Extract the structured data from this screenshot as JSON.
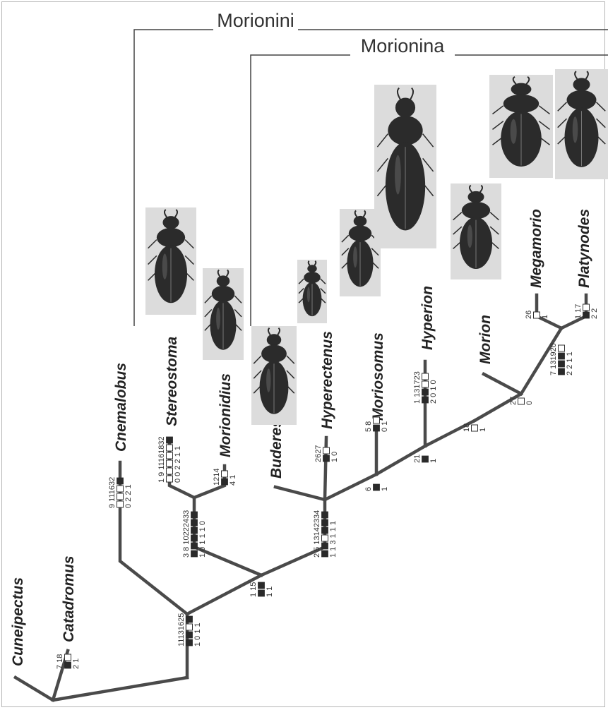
{
  "clades": [
    {
      "id": "morionini",
      "label": "Morionini"
    },
    {
      "id": "morionina",
      "label": "Morionina"
    }
  ],
  "taxa": [
    {
      "id": "cuneipectus",
      "label": "Cuneipectus"
    },
    {
      "id": "catadromus",
      "label": "Catadromus"
    },
    {
      "id": "cnemalobus",
      "label": "Cnemalobus"
    },
    {
      "id": "stereostoma",
      "label": "Stereostoma"
    },
    {
      "id": "morionidius",
      "label": "Morionidius"
    },
    {
      "id": "buderes",
      "label": "Buderes"
    },
    {
      "id": "hyperectenus",
      "label": "Hyperectenus"
    },
    {
      "id": "moriosomus",
      "label": "Moriosomus"
    },
    {
      "id": "hyperion",
      "label": "Hyperion"
    },
    {
      "id": "morion",
      "label": "Morion"
    },
    {
      "id": "megamorio",
      "label": "Megamorio"
    },
    {
      "id": "platynodes",
      "label": "Platynodes"
    }
  ],
  "characters": [
    {
      "id": "catadromus",
      "chars": "7  18",
      "states": "2  1",
      "marks": [
        "filled",
        "open"
      ]
    },
    {
      "id": "base-node",
      "chars": "11131625",
      "states": "1 0 1 1",
      "marks": [
        "filled",
        "filled",
        "open",
        "filled"
      ]
    },
    {
      "id": "cnemalobus",
      "chars": "9  111632",
      "states": "0 2 2 1",
      "marks": [
        "open",
        "open",
        "open",
        "filled"
      ]
    },
    {
      "id": "node-115",
      "chars": "1  15",
      "states": "1 1",
      "marks": [
        "filled",
        "filled"
      ]
    },
    {
      "id": "node-morionini",
      "chars": "3  8  10222433",
      "states": "1 0 1 1 1 0",
      "marks": [
        "filled",
        "filled",
        "filled",
        "filled",
        "filled",
        "filled"
      ]
    },
    {
      "id": "stereostoma",
      "chars": "1  9  11161832",
      "states": "0 0 2 2 1 1",
      "marks": [
        "open",
        "open",
        "open",
        "open",
        "open",
        "filled"
      ]
    },
    {
      "id": "morionidius",
      "chars": "1214",
      "states": "4 1",
      "marks": [
        "filled",
        "open"
      ]
    },
    {
      "id": "node-morionina",
      "chars": "2  5  13142334",
      "states": "1 1 3 1 1 1",
      "marks": [
        "filled",
        "filled",
        "open",
        "filled",
        "filled",
        "filled"
      ]
    },
    {
      "id": "hyperectenus",
      "chars": "2627",
      "states": "1 0",
      "marks": [
        "filled",
        "open"
      ]
    },
    {
      "id": "node-6",
      "chars": "6",
      "states": "1",
      "marks": [
        "filled"
      ]
    },
    {
      "id": "moriosomus",
      "chars": "5  8",
      "states": "0 1",
      "marks": [
        "filled",
        "open"
      ]
    },
    {
      "id": "node-21",
      "chars": "21",
      "states": "1",
      "marks": [
        "filled"
      ]
    },
    {
      "id": "node-18",
      "chars": "18",
      "states": "1",
      "marks": [
        "open"
      ]
    },
    {
      "id": "hyperion",
      "chars": "1  131723",
      "states": "2 0 1 0",
      "marks": [
        "filled",
        "filled",
        "open",
        "open"
      ]
    },
    {
      "id": "node-27",
      "chars": "27",
      "states": "0",
      "marks": [
        "open"
      ]
    },
    {
      "id": "node-megaplaty",
      "chars": "7  131920",
      "states": "2 2 1 1",
      "marks": [
        "filled",
        "filled",
        "filled",
        "open"
      ]
    },
    {
      "id": "megamorio",
      "chars": "26",
      "states": "1",
      "marks": [
        "open"
      ]
    },
    {
      "id": "platynodes",
      "chars": "1  17",
      "states": "2 2",
      "marks": [
        "filled",
        "open"
      ]
    }
  ],
  "photos": [
    {
      "id": "stereostoma",
      "icon": "beetle-icon"
    },
    {
      "id": "morionidius",
      "icon": "beetle-icon"
    },
    {
      "id": "buderes",
      "icon": "beetle-icon"
    },
    {
      "id": "hyperectenus",
      "icon": "beetle-icon"
    },
    {
      "id": "moriosomus",
      "icon": "beetle-icon"
    },
    {
      "id": "hyperion",
      "icon": "beetle-icon"
    },
    {
      "id": "morion",
      "icon": "beetle-icon"
    },
    {
      "id": "megamorio",
      "icon": "beetle-icon"
    },
    {
      "id": "platynodes",
      "icon": "beetle-icon"
    }
  ],
  "colors": {
    "branch": "#4a4a4a",
    "filled_mark": "#2a2a2a",
    "open_mark": "#ffffff"
  }
}
